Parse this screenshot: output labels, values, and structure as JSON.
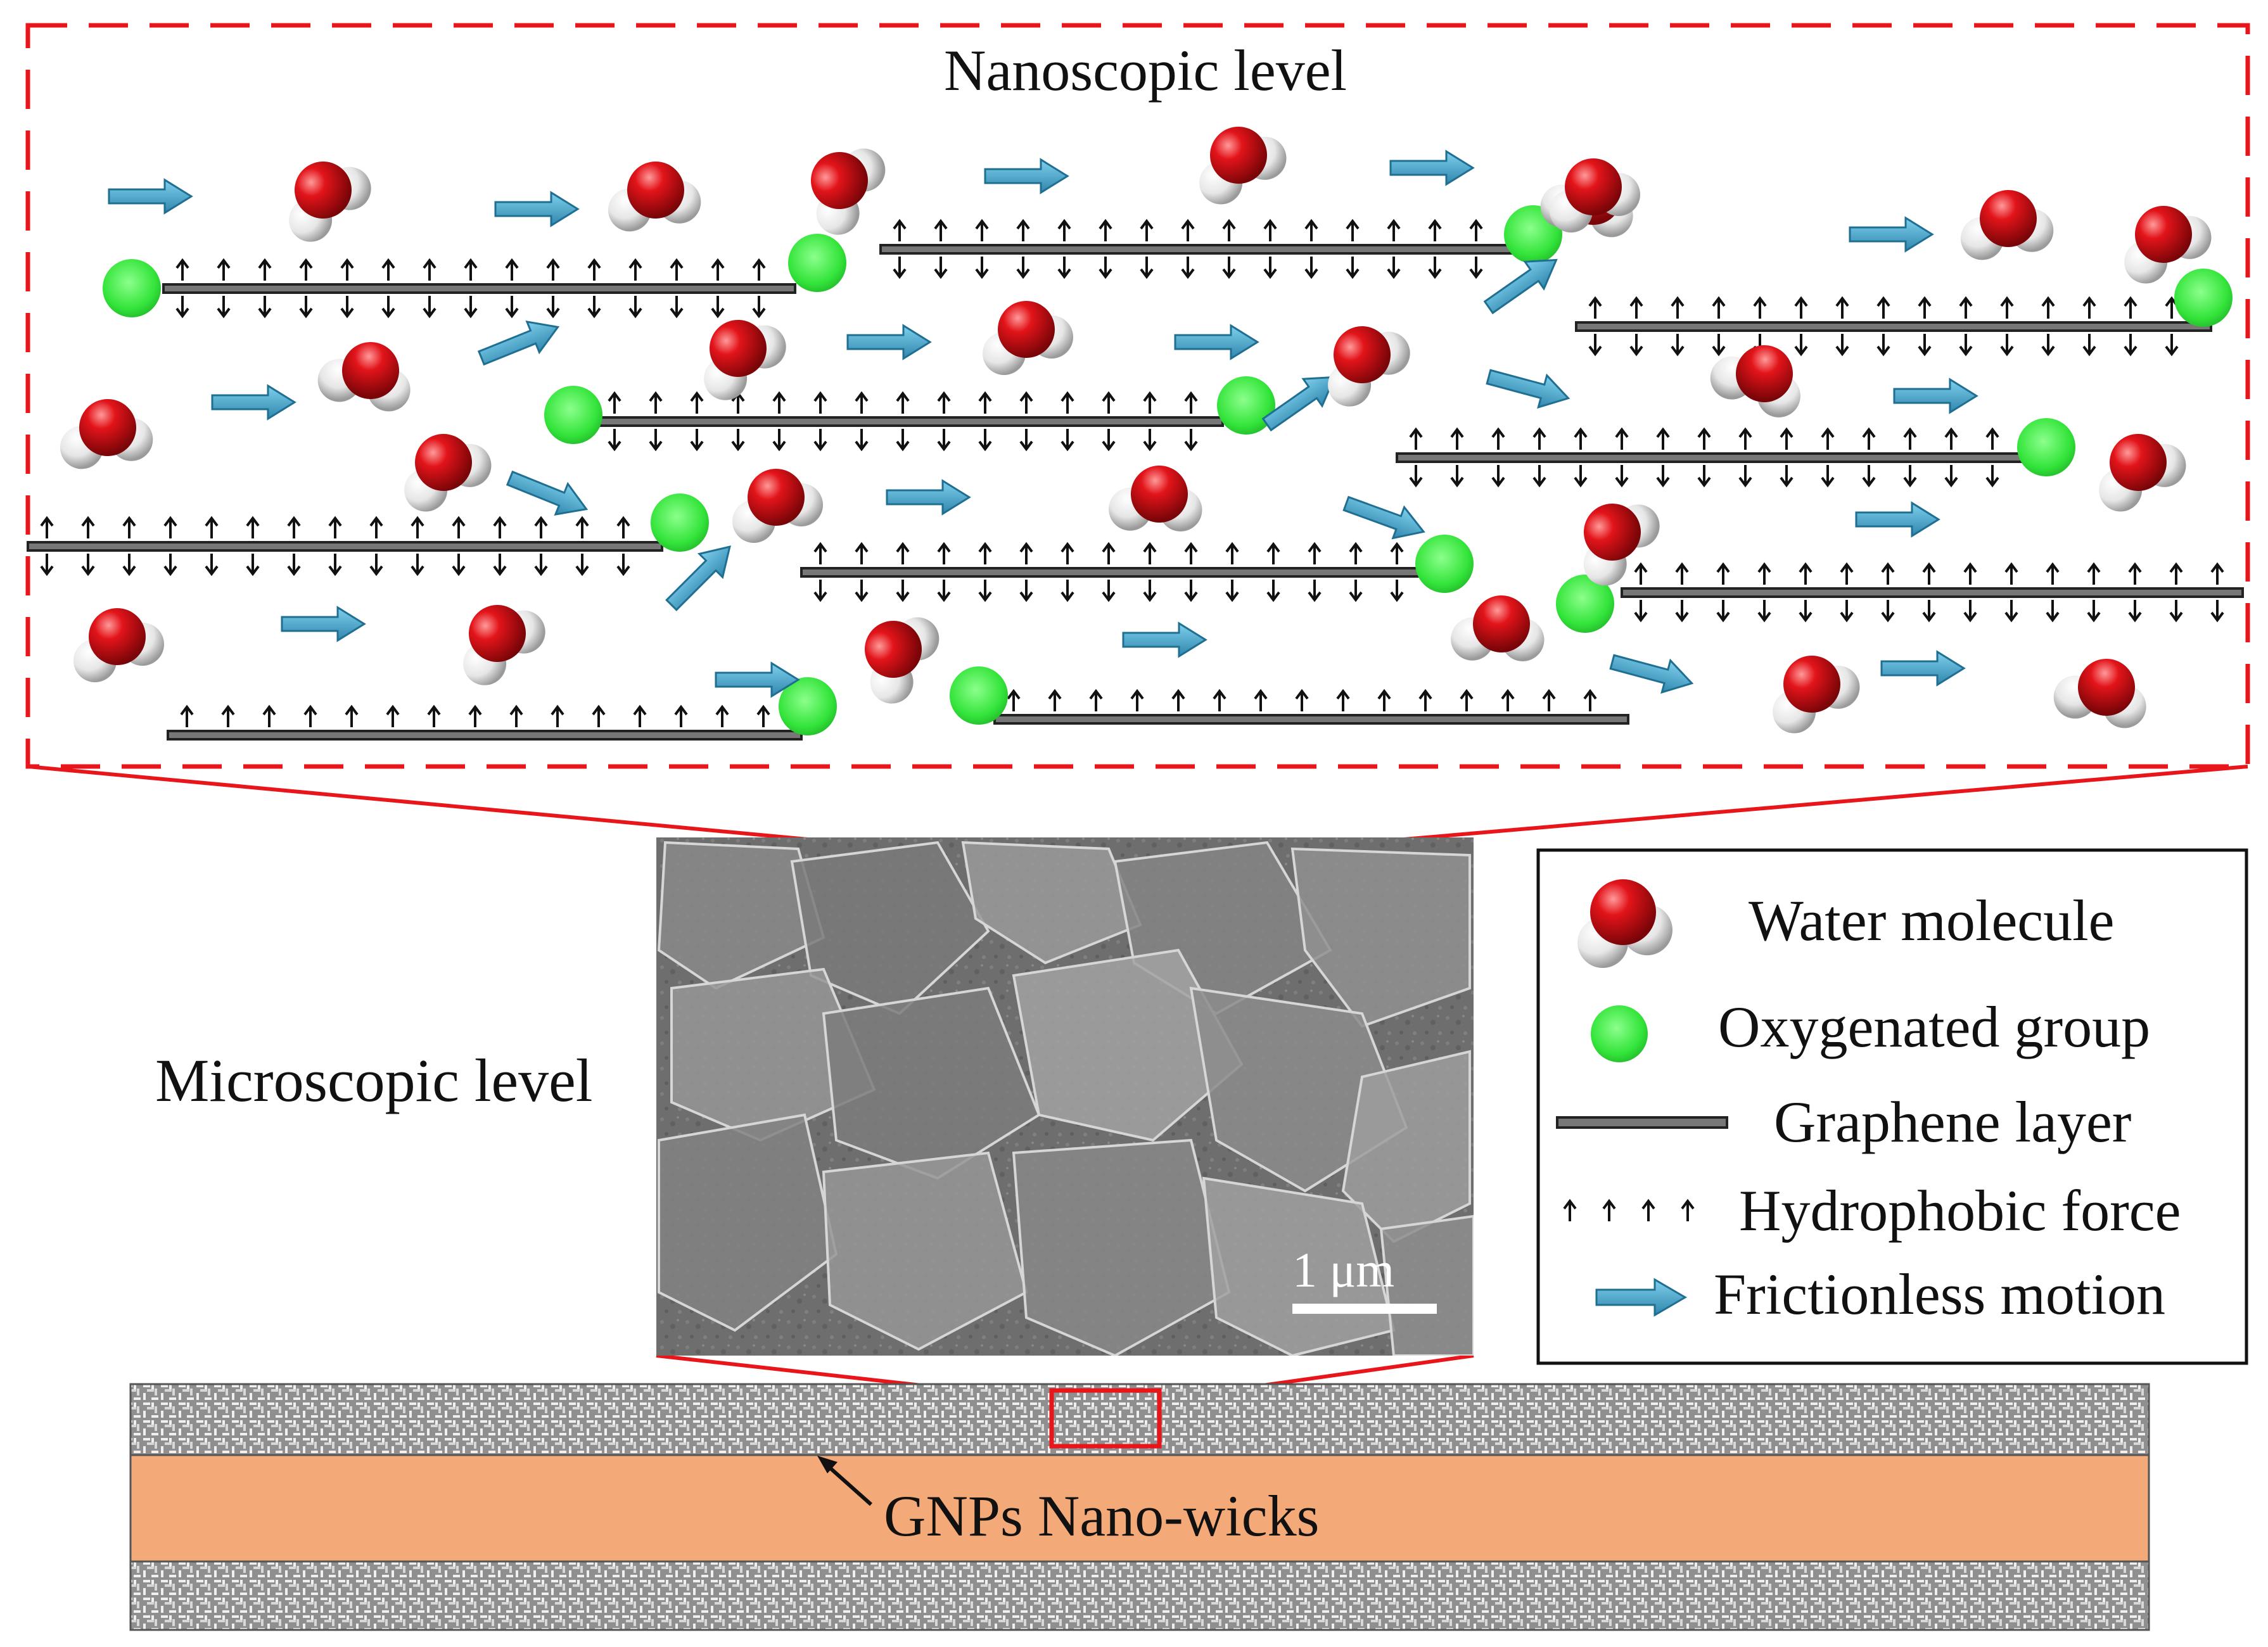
{
  "diagram": {
    "nanoscopic_title": "Nanoscopic level",
    "microscopic_label": "Microscopic level",
    "wick_label": "GNPs Nano-wicks",
    "scale_bar_label": "1 μm",
    "legend": {
      "water_molecule": "Water molecule",
      "oxygenated_group": "Oxygenated group",
      "graphene_layer": "Graphene layer",
      "hydrophobic_force": "Hydrophobic force",
      "frictionless_motion": "Frictionless motion"
    },
    "colors": {
      "frame_red": "#e8161b",
      "oxygen_red": "#e2141a",
      "hydrogen_white": "#f4f4f4",
      "oxygenated_green": "#33e43a",
      "flow_arrow_blue": "#3f9fc4",
      "graphene_gray": "#555555",
      "wick_orange": "#f4aa78",
      "mesh_gray": "#8a8a8a",
      "sem_gray": "#6f6f6f"
    },
    "icons": [
      "water-molecule-icon",
      "oxygenated-group-icon",
      "graphene-layer-icon",
      "hydrophobic-force-icon",
      "frictionless-motion-icon"
    ]
  }
}
